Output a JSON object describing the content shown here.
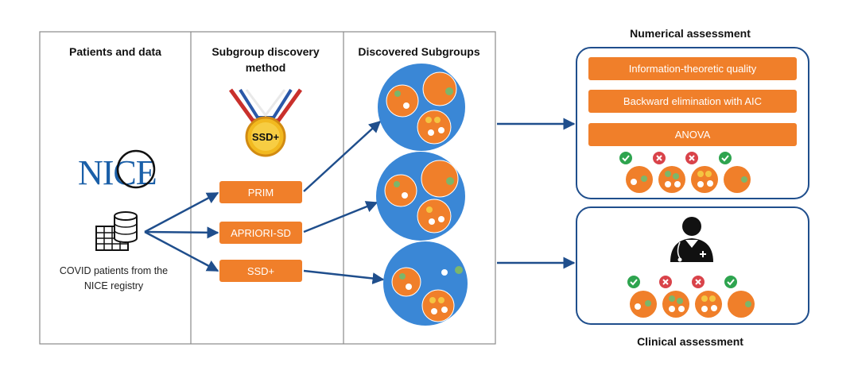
{
  "columns": {
    "patients_title": "Patients and data",
    "method_title_line1": "Subgroup discovery",
    "method_title_line2": "method",
    "discovered_title": "Discovered Subgroups"
  },
  "data_source": {
    "logo_text": "NICE",
    "caption_line1": "COVID patients from the",
    "caption_line2": "NICE registry"
  },
  "medal": {
    "label": "SSD+"
  },
  "methods": [
    "PRIM",
    "APRIORI-SD",
    "SSD+"
  ],
  "numerical": {
    "title": "Numerical assessment",
    "items": [
      "Information-theoretic quality",
      "Backward elimination with AIC",
      "ANOVA"
    ],
    "marks": [
      "check",
      "cross",
      "cross",
      "check"
    ]
  },
  "clinical": {
    "title": "Clinical assessment",
    "marks": [
      "check",
      "cross",
      "cross",
      "check"
    ]
  },
  "colors": {
    "orange": "#f07f2a",
    "blue": "#3a87d6",
    "navy": "#1f4e8c",
    "green_dot": "#7cb66a",
    "yellow_dot": "#f4c542",
    "check": "#2ea44f",
    "cross": "#d9434a"
  },
  "icons": [
    "nice-logo",
    "database-icon",
    "table-icon",
    "medal-icon",
    "doctor-icon",
    "check-icon",
    "cross-icon"
  ]
}
